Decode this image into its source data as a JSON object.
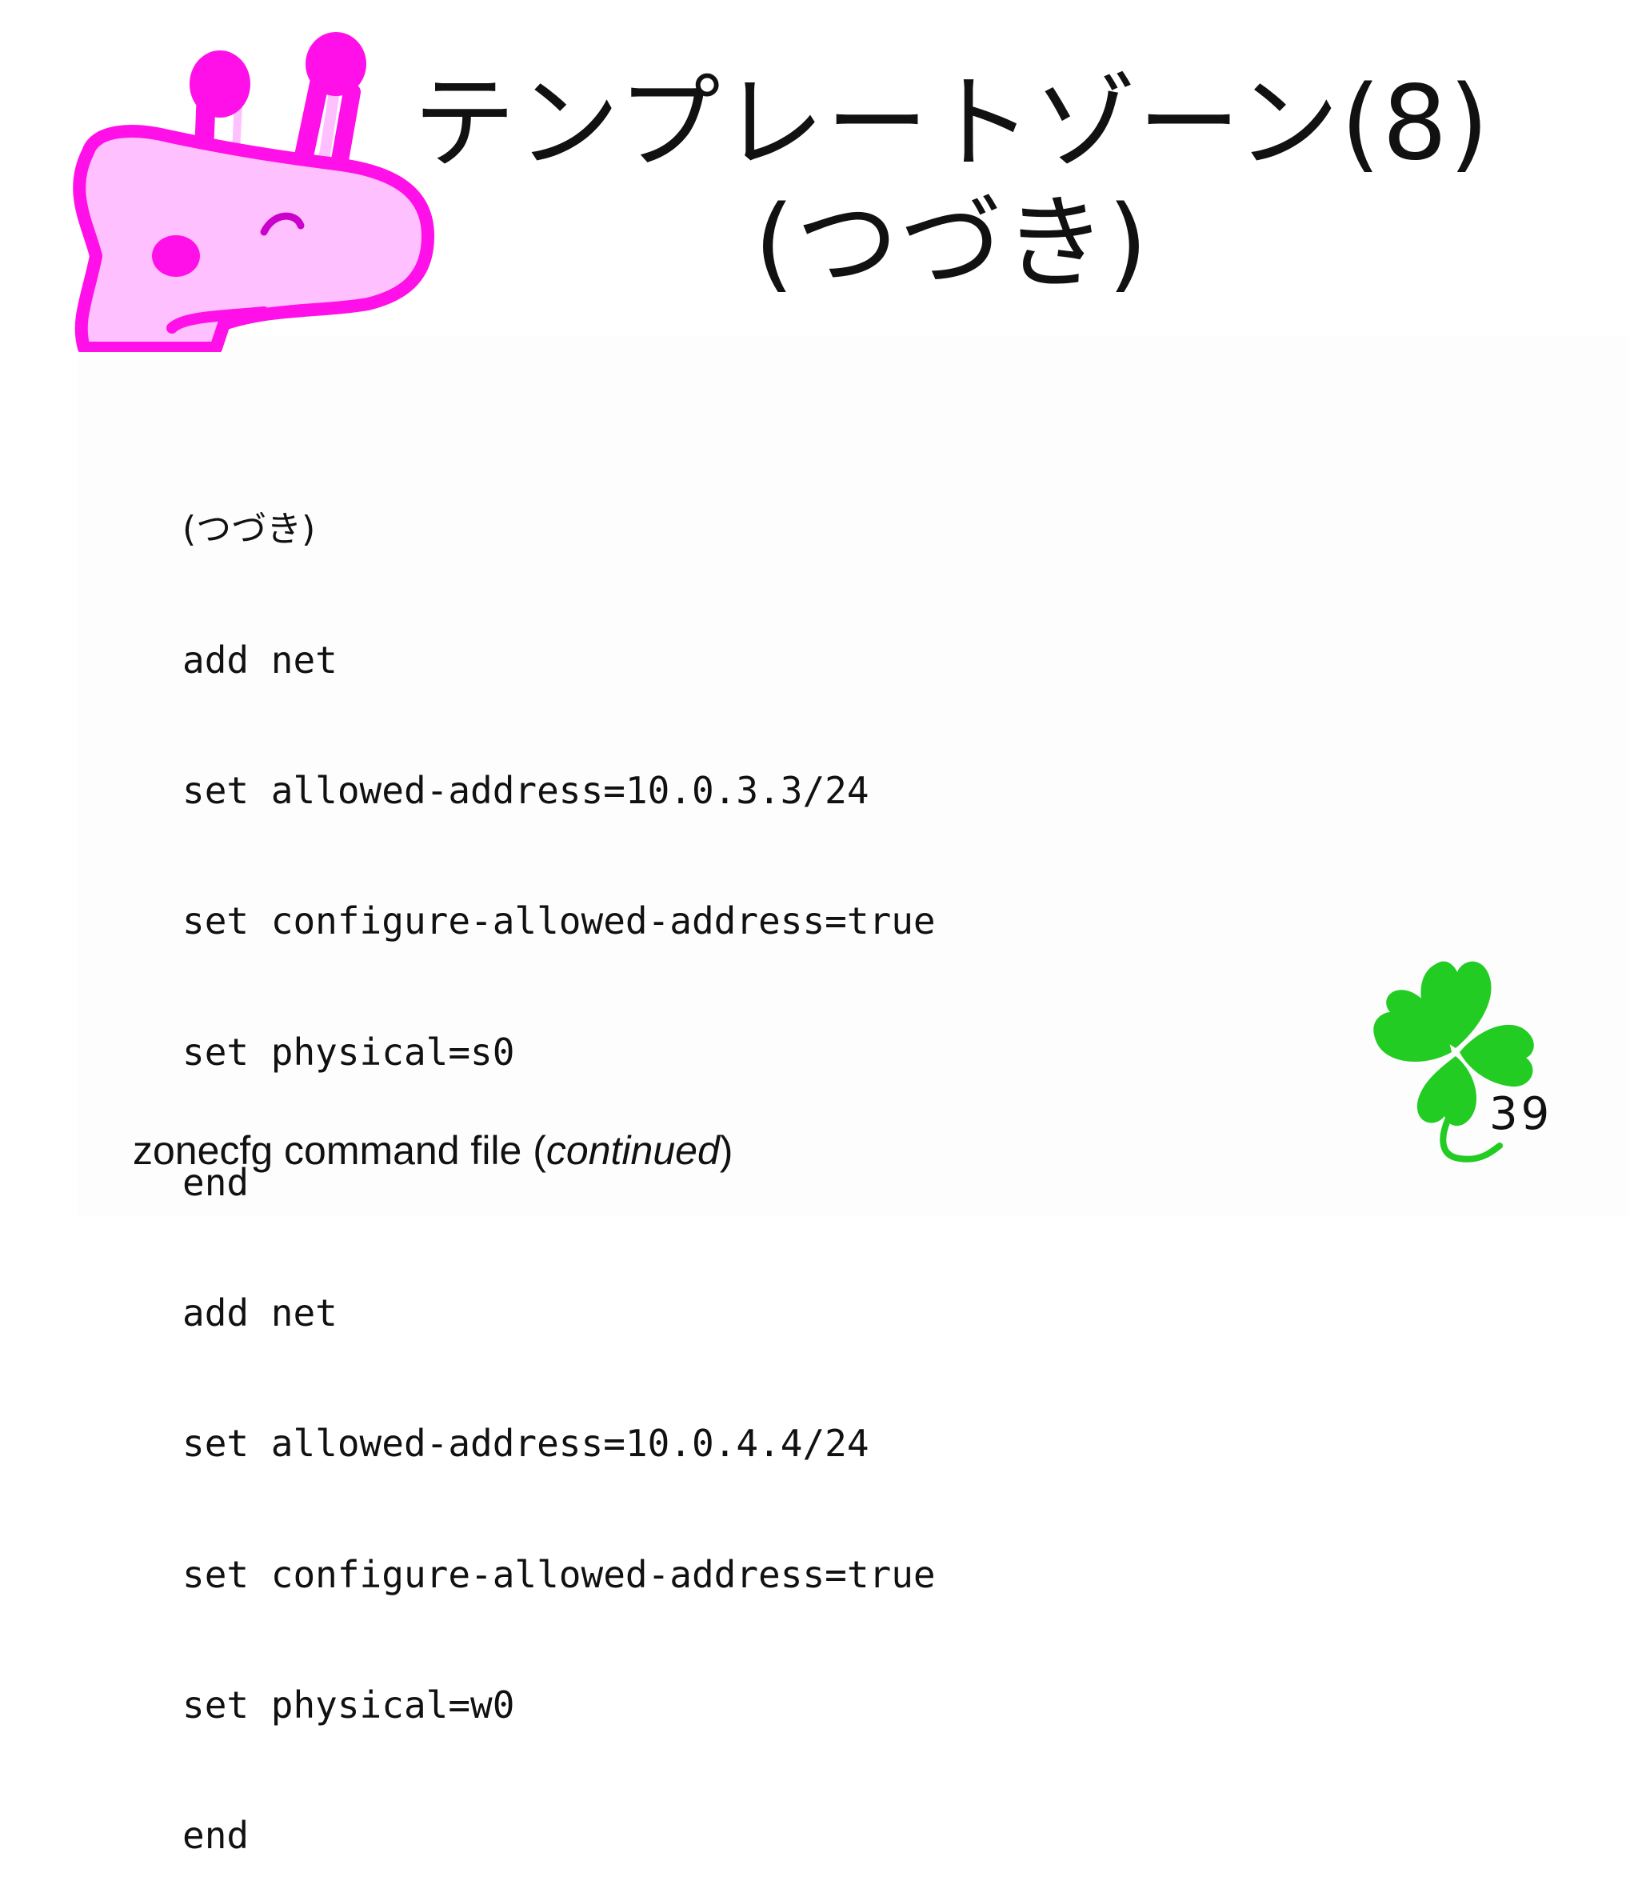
{
  "slide": {
    "title_line1": "テンプレートゾーン(8)",
    "title_line2": "(つづき)",
    "code_lines": [
      "(つづき)",
      "add net",
      "set allowed-address=10.0.3.3/24",
      "set configure-allowed-address=true",
      "set physical=s0",
      "end",
      "add net",
      "set allowed-address=10.0.4.4/24",
      "set configure-allowed-address=true",
      "set physical=w0",
      "end"
    ],
    "caption_text": "zonecfg command file (",
    "caption_italic": "continued",
    "caption_close": ")",
    "page_number": "39"
  },
  "decorations": {
    "giraffe": {
      "icon": "giraffe-icon",
      "fill": "#ffc0ff",
      "outline": "#ff10e8",
      "eye": "#cc00cc"
    },
    "clover": {
      "icon": "four-leaf-clover-icon",
      "fill": "#22cc22"
    }
  }
}
